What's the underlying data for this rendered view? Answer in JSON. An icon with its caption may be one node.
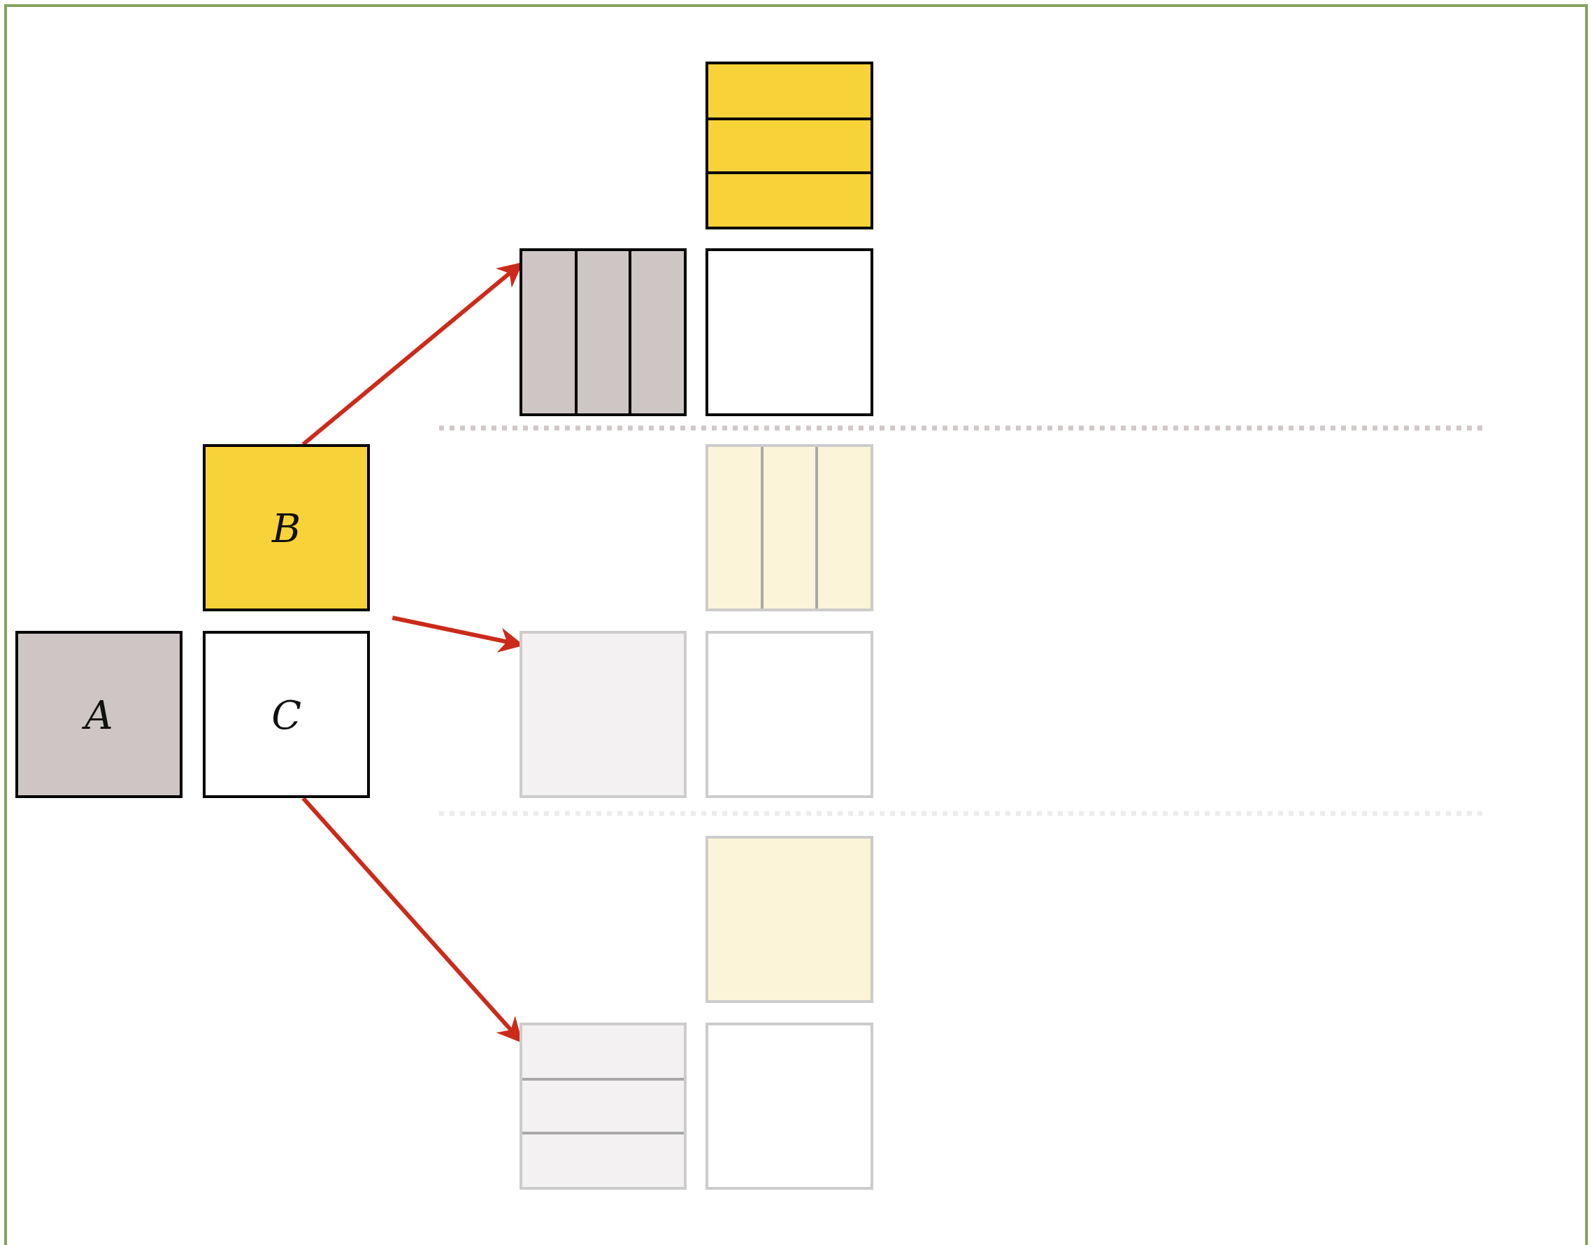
{
  "diagram": {
    "nodes": [
      {
        "text": [],
        "shape": "box"
      },
      {
        "text": [],
        "shape": "box"
      },
      {
        "text": [],
        "shape": "box"
      },
      {
        "text": [
          "B"
        ]
      },
      {
        "text": [],
        "shape": "box"
      },
      {
        "text": [
          "A"
        ]
      },
      {
        "text": [
          "C"
        ]
      },
      {
        "text": [],
        "shape": "box"
      },
      {
        "text": [],
        "shape": "box"
      },
      {
        "text": [],
        "shape": "box"
      },
      {
        "text": [],
        "shape": "box"
      },
      {
        "text": [],
        "shape": "box"
      }
    ],
    "edges": [
      {
        "from": 3,
        "to": 1,
        "arrow": "to"
      },
      {
        "from": null,
        "to": 7,
        "arrow": "to"
      },
      {
        "from": 6,
        "to": 10,
        "arrow": "to"
      }
    ]
  }
}
